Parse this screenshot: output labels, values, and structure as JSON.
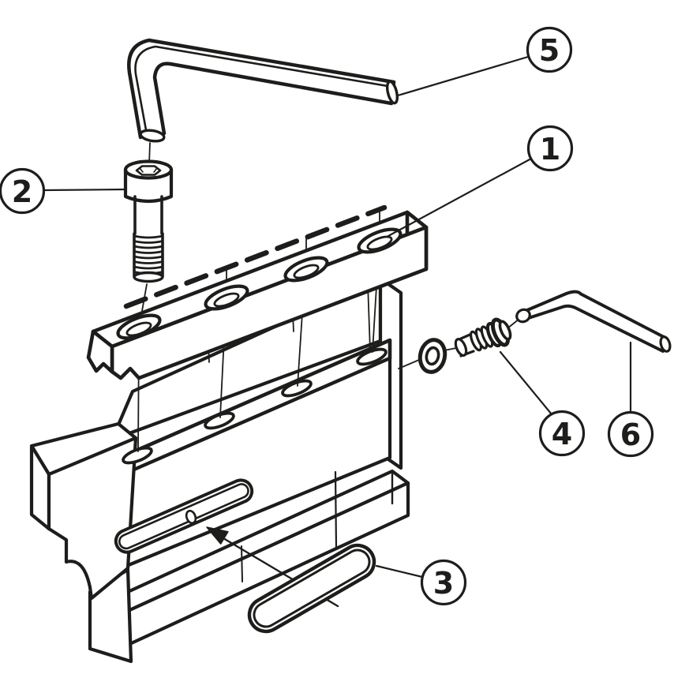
{
  "figure": {
    "kind": "exploded parts diagram",
    "background_color": "#ffffff",
    "line_color": "#1d1d1b"
  },
  "callouts": {
    "c1": {
      "label": "1"
    },
    "c2": {
      "label": "2"
    },
    "c3": {
      "label": "3"
    },
    "c4": {
      "label": "4"
    },
    "c5": {
      "label": "5"
    },
    "c6": {
      "label": "6"
    }
  }
}
